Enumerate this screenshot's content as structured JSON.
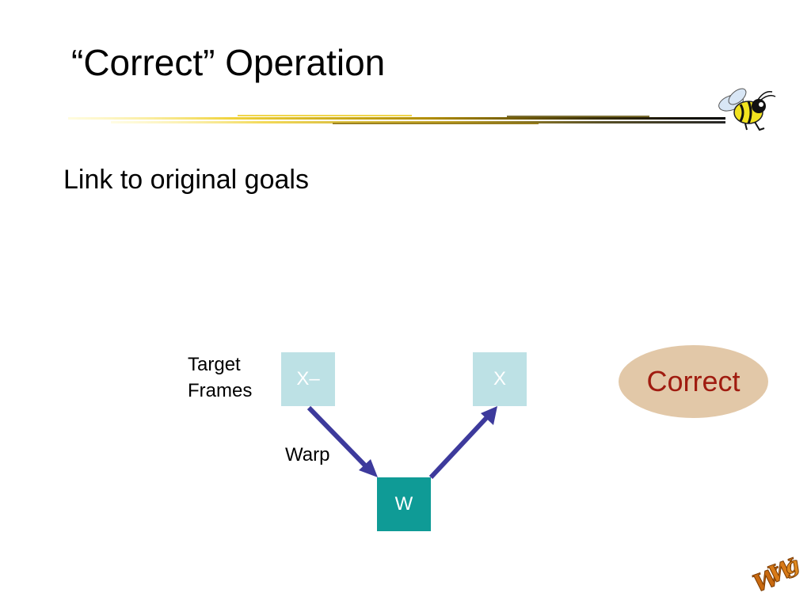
{
  "slide": {
    "title": "“Correct” Operation",
    "subtitle": "Link to original goals"
  },
  "diagram": {
    "target_frames_line1": "Target",
    "target_frames_line2": "Frames",
    "warp_label": "Warp",
    "box_x_minus": "X–",
    "box_x": "X",
    "box_w": "W",
    "correct_label": "Correct"
  },
  "icons": {
    "header_logo": "bee-icon",
    "footer_logo": "wwg-logo"
  },
  "colors": {
    "light_box": "#bde1e5",
    "dark_box": "#0f9b96",
    "arrow": "#3d3a9c",
    "correct_fill": "#e2c8a8",
    "correct_text": "#a01c10",
    "rule_gold": "#c9a300"
  }
}
